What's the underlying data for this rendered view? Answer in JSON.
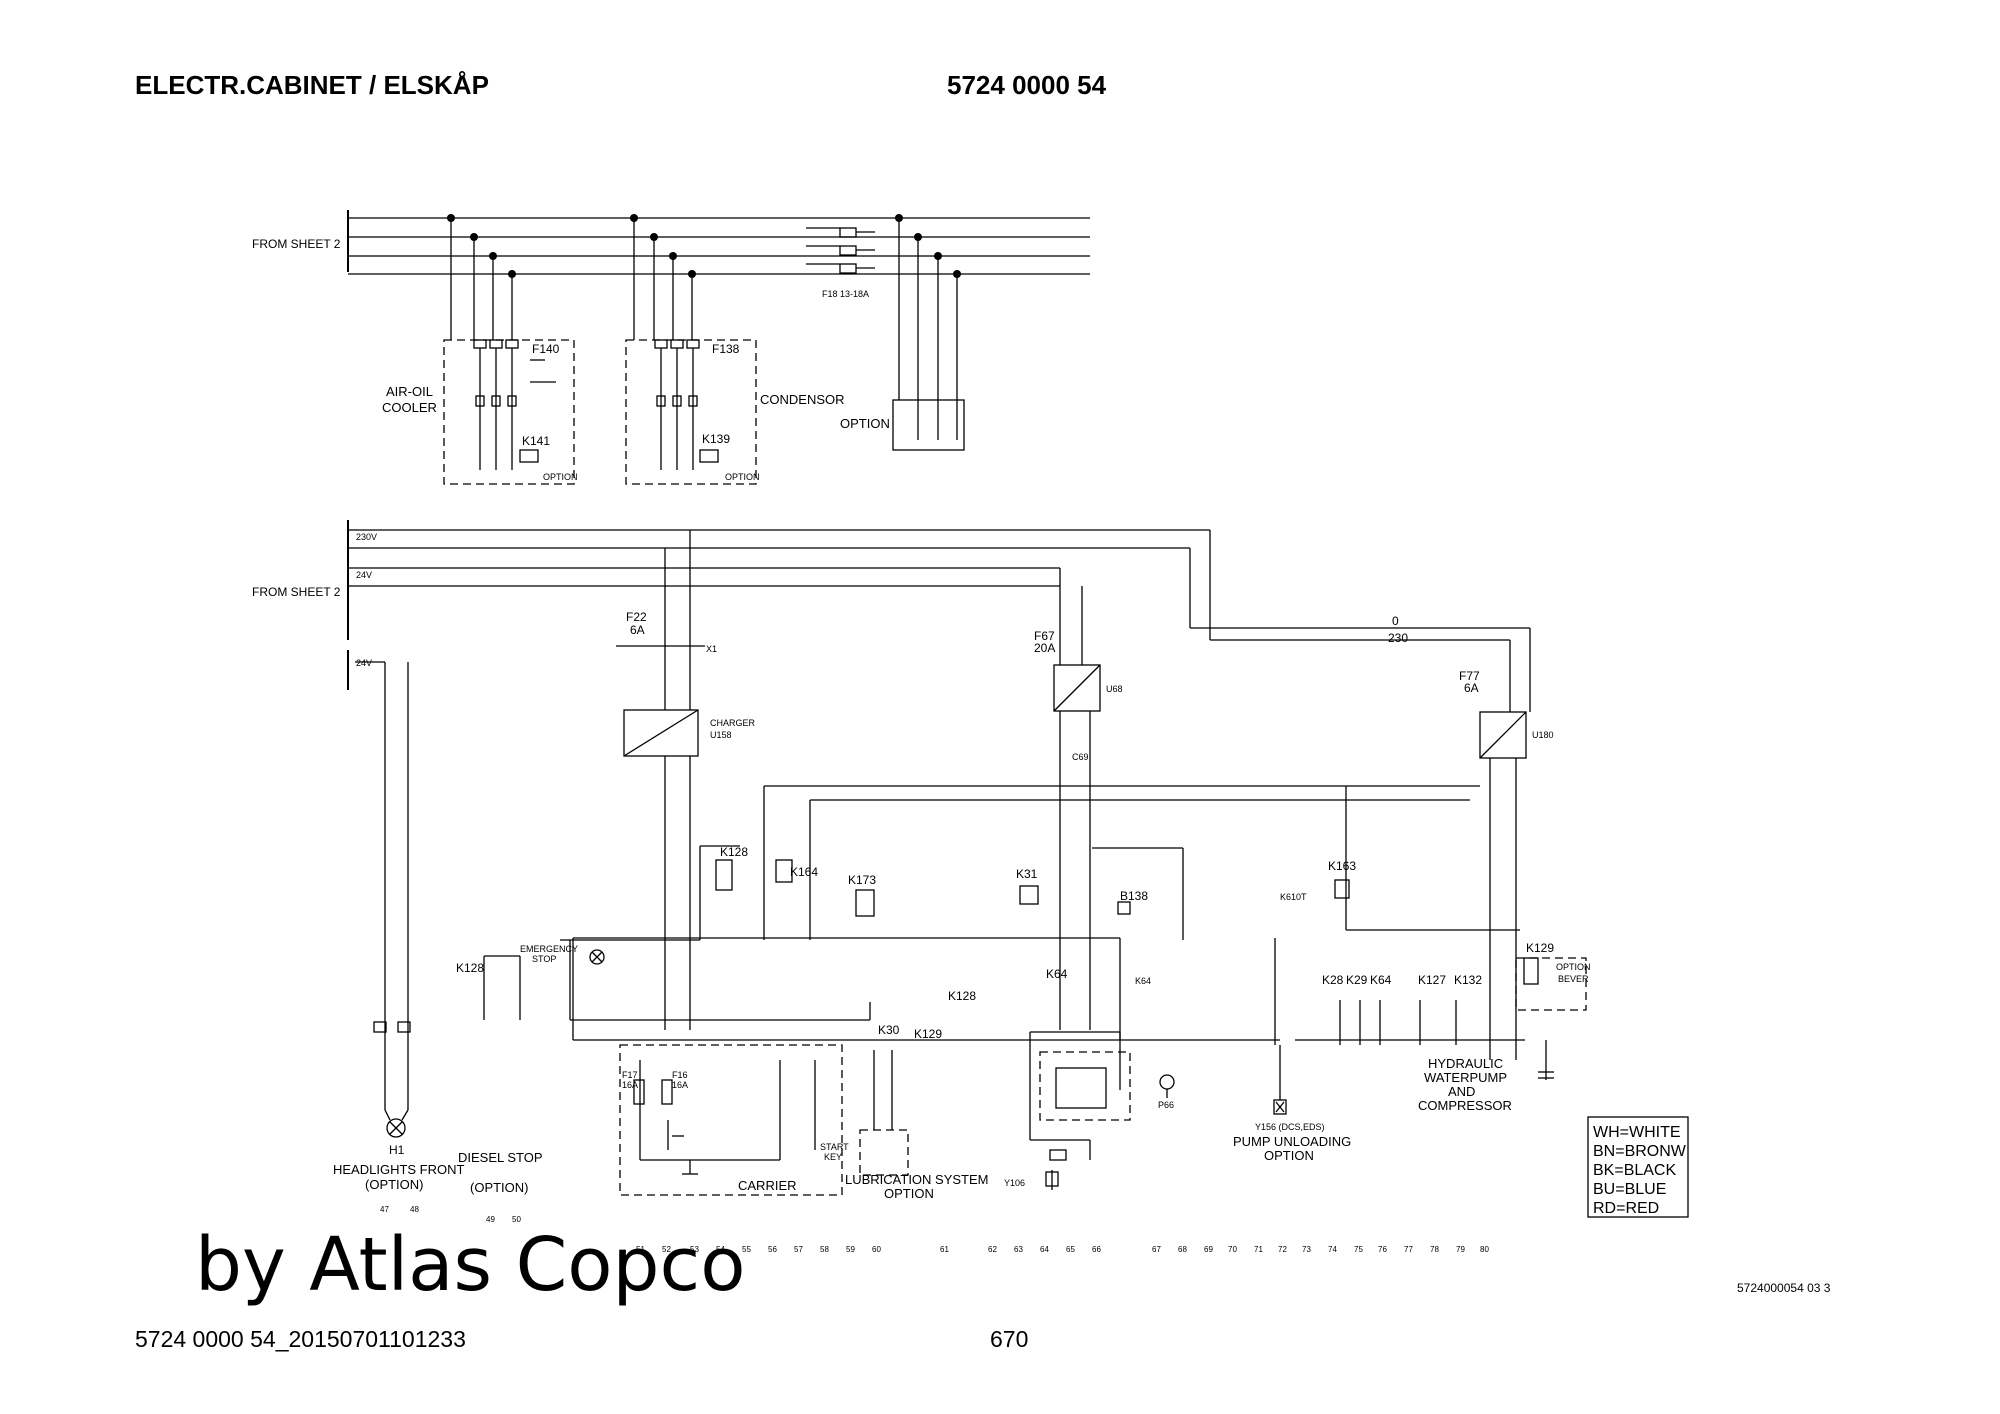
{
  "header": {
    "left": "ELECTR.CABINET / ELSKÅP",
    "center": "5724 0000 54"
  },
  "footer": {
    "left": "5724 0000 54_20150701101233",
    "page": "670"
  },
  "watermark": "by Atlas Copco",
  "drawing_ref": "5724000054 03 3",
  "diagram": {
    "from_sheet": "FROM SHEET 2",
    "buses": {
      "v230": "230V",
      "v24": "24V",
      "v24b": "24V",
      "zero": "0",
      "b230": "230"
    },
    "components": {
      "f140": "F140",
      "k141": "K141",
      "air_oil_cooler_1": "AIR-OIL",
      "air_oil_cooler_2": "COOLER",
      "f138": "F138",
      "k139": "K139",
      "condensor": "CONDENSOR",
      "option": "OPTION",
      "f18": "F18 13-18A",
      "f22": "F22",
      "f22_rating": "6A",
      "x1": "X1",
      "charger_1": "CHARGER",
      "charger_2": "U158",
      "f67": "F67",
      "f67_rating": "20A",
      "u68": "U68",
      "c69": "C69",
      "f77": "F77",
      "f77_rating": "6A",
      "u180": "U180",
      "k128": "K128",
      "k164": "K164",
      "k173": "K173",
      "k31": "K31",
      "b138": "B138",
      "k163": "K163",
      "k610t": "K610T",
      "k129": "K129",
      "k30": "K30",
      "k64": "K64",
      "p66": "P66",
      "y106": "Y106",
      "y156": "Y156 (DCS,EDS)",
      "k28": "K28",
      "k29": "K29",
      "k127": "K127",
      "k132": "K132",
      "f17": "F17",
      "f17_rating": "16A",
      "f16": "F16",
      "f16_rating": "16A",
      "h1": "H1",
      "emergency_1": "EMERGENCY",
      "emergency_2": "STOP",
      "start_key_1": "START",
      "start_key_2": "KEY",
      "option_bever_1": "OPTION",
      "option_bever_2": "BEVER"
    },
    "captions": {
      "headlights_1": "HEADLIGHTS FRONT",
      "headlights_2": "(OPTION)",
      "diesel_1": "DIESEL STOP",
      "diesel_2": "(OPTION)",
      "carrier": "CARRIER",
      "lubrication_1": "LUBRICATION SYSTEM",
      "lubrication_2": "OPTION",
      "pump_unloading_1": "PUMP UNLOADING",
      "pump_unloading_2": "OPTION",
      "hydraulic_1": "HYDRAULIC",
      "hydraulic_2": "WATERPUMP",
      "hydraulic_3": "AND",
      "hydraulic_4": "COMPRESSOR"
    },
    "legend": [
      "WH=WHITE",
      "BN=BRONW",
      "BK=BLACK",
      "BU=BLUE",
      "RD=RED"
    ],
    "column_numbers": [
      "47",
      "48",
      "49",
      "50",
      "51",
      "52",
      "53",
      "54",
      "55",
      "56",
      "57",
      "58",
      "59",
      "60",
      "61",
      "62",
      "63",
      "64",
      "65",
      "66",
      "67",
      "68",
      "69",
      "70",
      "71",
      "72",
      "73",
      "74",
      "75",
      "76",
      "77",
      "78",
      "79",
      "80"
    ]
  }
}
